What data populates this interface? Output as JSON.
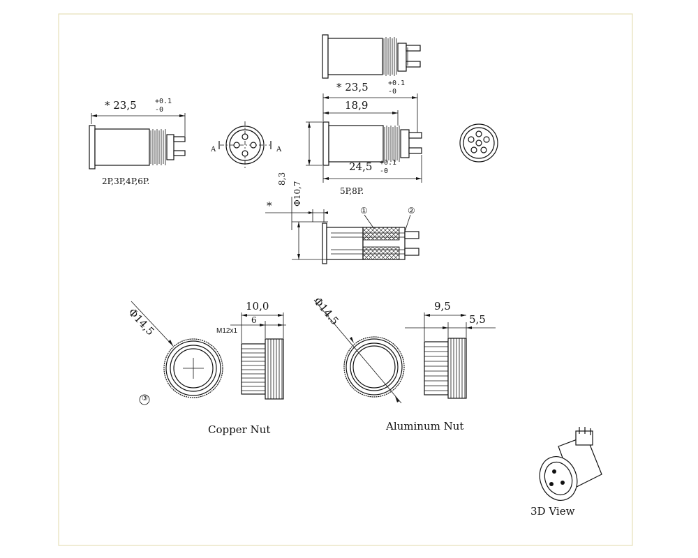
{
  "drawing": {
    "views": {
      "side_small": {
        "dimension": "* 23,5",
        "tolerance_upper": "+0.1",
        "tolerance_lower": "-0",
        "caption": "2P,3P,4P,6P."
      },
      "front_small": {
        "section_left": "A",
        "section_right": "A"
      },
      "side_large": {
        "dimension_top": "* 23,5",
        "tolerance_upper": "+0.1",
        "tolerance_lower": "-0",
        "dimension_inner": "18,9",
        "dimension_bottom": "24,5",
        "bottom_tolerance_upper": "+0.1",
        "bottom_tolerance_lower": "-0",
        "dimension_vertical_1": "8,3",
        "dimension_vertical_2": "Φ10,7",
        "caption": "5P,8P."
      },
      "section": {
        "callout_1": "①",
        "callout_2": "②",
        "mark": "*"
      },
      "copper_nut": {
        "diameter": "Φ14,5",
        "length": "10,0",
        "thread_len": "6",
        "thread": "M12x1",
        "callout": "③",
        "caption": "Copper Nut"
      },
      "aluminum_nut": {
        "diameter": "Φ14.5",
        "length": "9,5",
        "knurl_len": "5,5",
        "caption": "Aluminum Nut"
      },
      "iso": {
        "caption": "3D View"
      }
    },
    "colors": {
      "line": "#111111",
      "border": "#e6e0b8",
      "background": "#ffffff"
    }
  }
}
